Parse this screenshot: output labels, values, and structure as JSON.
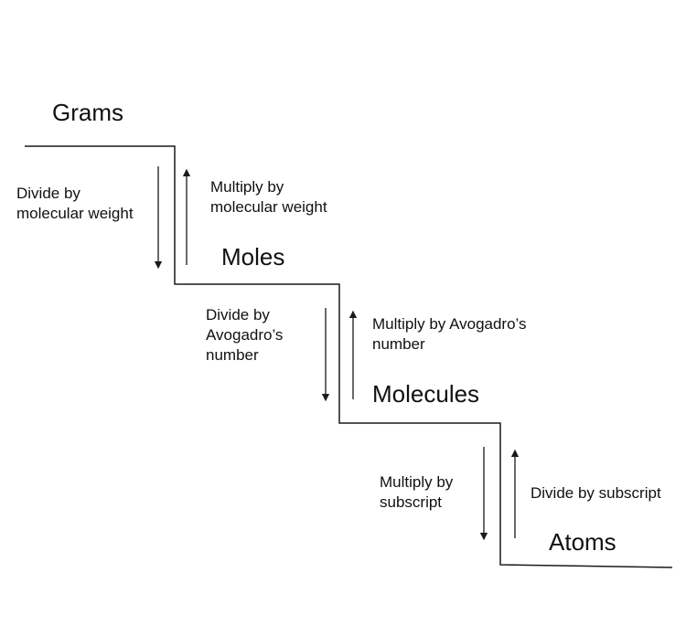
{
  "diagram": {
    "type": "staircase-conversion-diagram",
    "topic": "Mole conversions",
    "colors": {
      "background": "#ffffff",
      "line": "#1a1a1a",
      "text": "#111111"
    },
    "nodes": [
      {
        "id": "grams",
        "label": "Grams"
      },
      {
        "id": "moles",
        "label": "Moles"
      },
      {
        "id": "molecules",
        "label": "Molecules"
      },
      {
        "id": "atoms",
        "label": "Atoms"
      }
    ],
    "edges": [
      {
        "from": "grams",
        "to": "moles",
        "direction": "down",
        "label": "Divide by\nmolecular weight"
      },
      {
        "from": "moles",
        "to": "grams",
        "direction": "up",
        "label": "Multiply by\nmolecular weight"
      },
      {
        "from": "moles",
        "to": "molecules",
        "direction": "down",
        "label": "Divide by\nAvogadro’s\nnumber"
      },
      {
        "from": "molecules",
        "to": "moles",
        "direction": "up",
        "label": "Multiply by Avogadro’s\nnumber"
      },
      {
        "from": "molecules",
        "to": "atoms",
        "direction": "down",
        "label": "Multiply by\nsubscript"
      },
      {
        "from": "atoms",
        "to": "molecules",
        "direction": "up",
        "label": "Divide by subscript"
      }
    ]
  }
}
